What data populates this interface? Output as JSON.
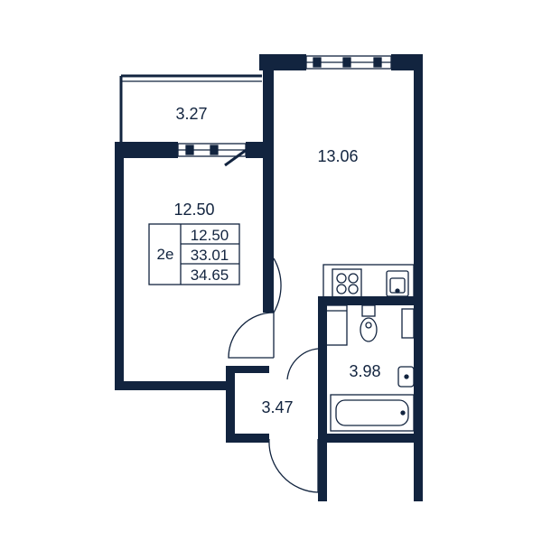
{
  "colors": {
    "wall": "#12243f",
    "background": "#ffffff",
    "line": "#12243f"
  },
  "rooms": {
    "balcony": "3.27",
    "living_room": "13.06",
    "bedroom": "12.50",
    "bathroom": "3.98",
    "hallway": "3.47"
  },
  "legend": {
    "type": "2е",
    "living_area": "12.50",
    "total_area": "33.01",
    "total_with_balcony": "34.65"
  }
}
